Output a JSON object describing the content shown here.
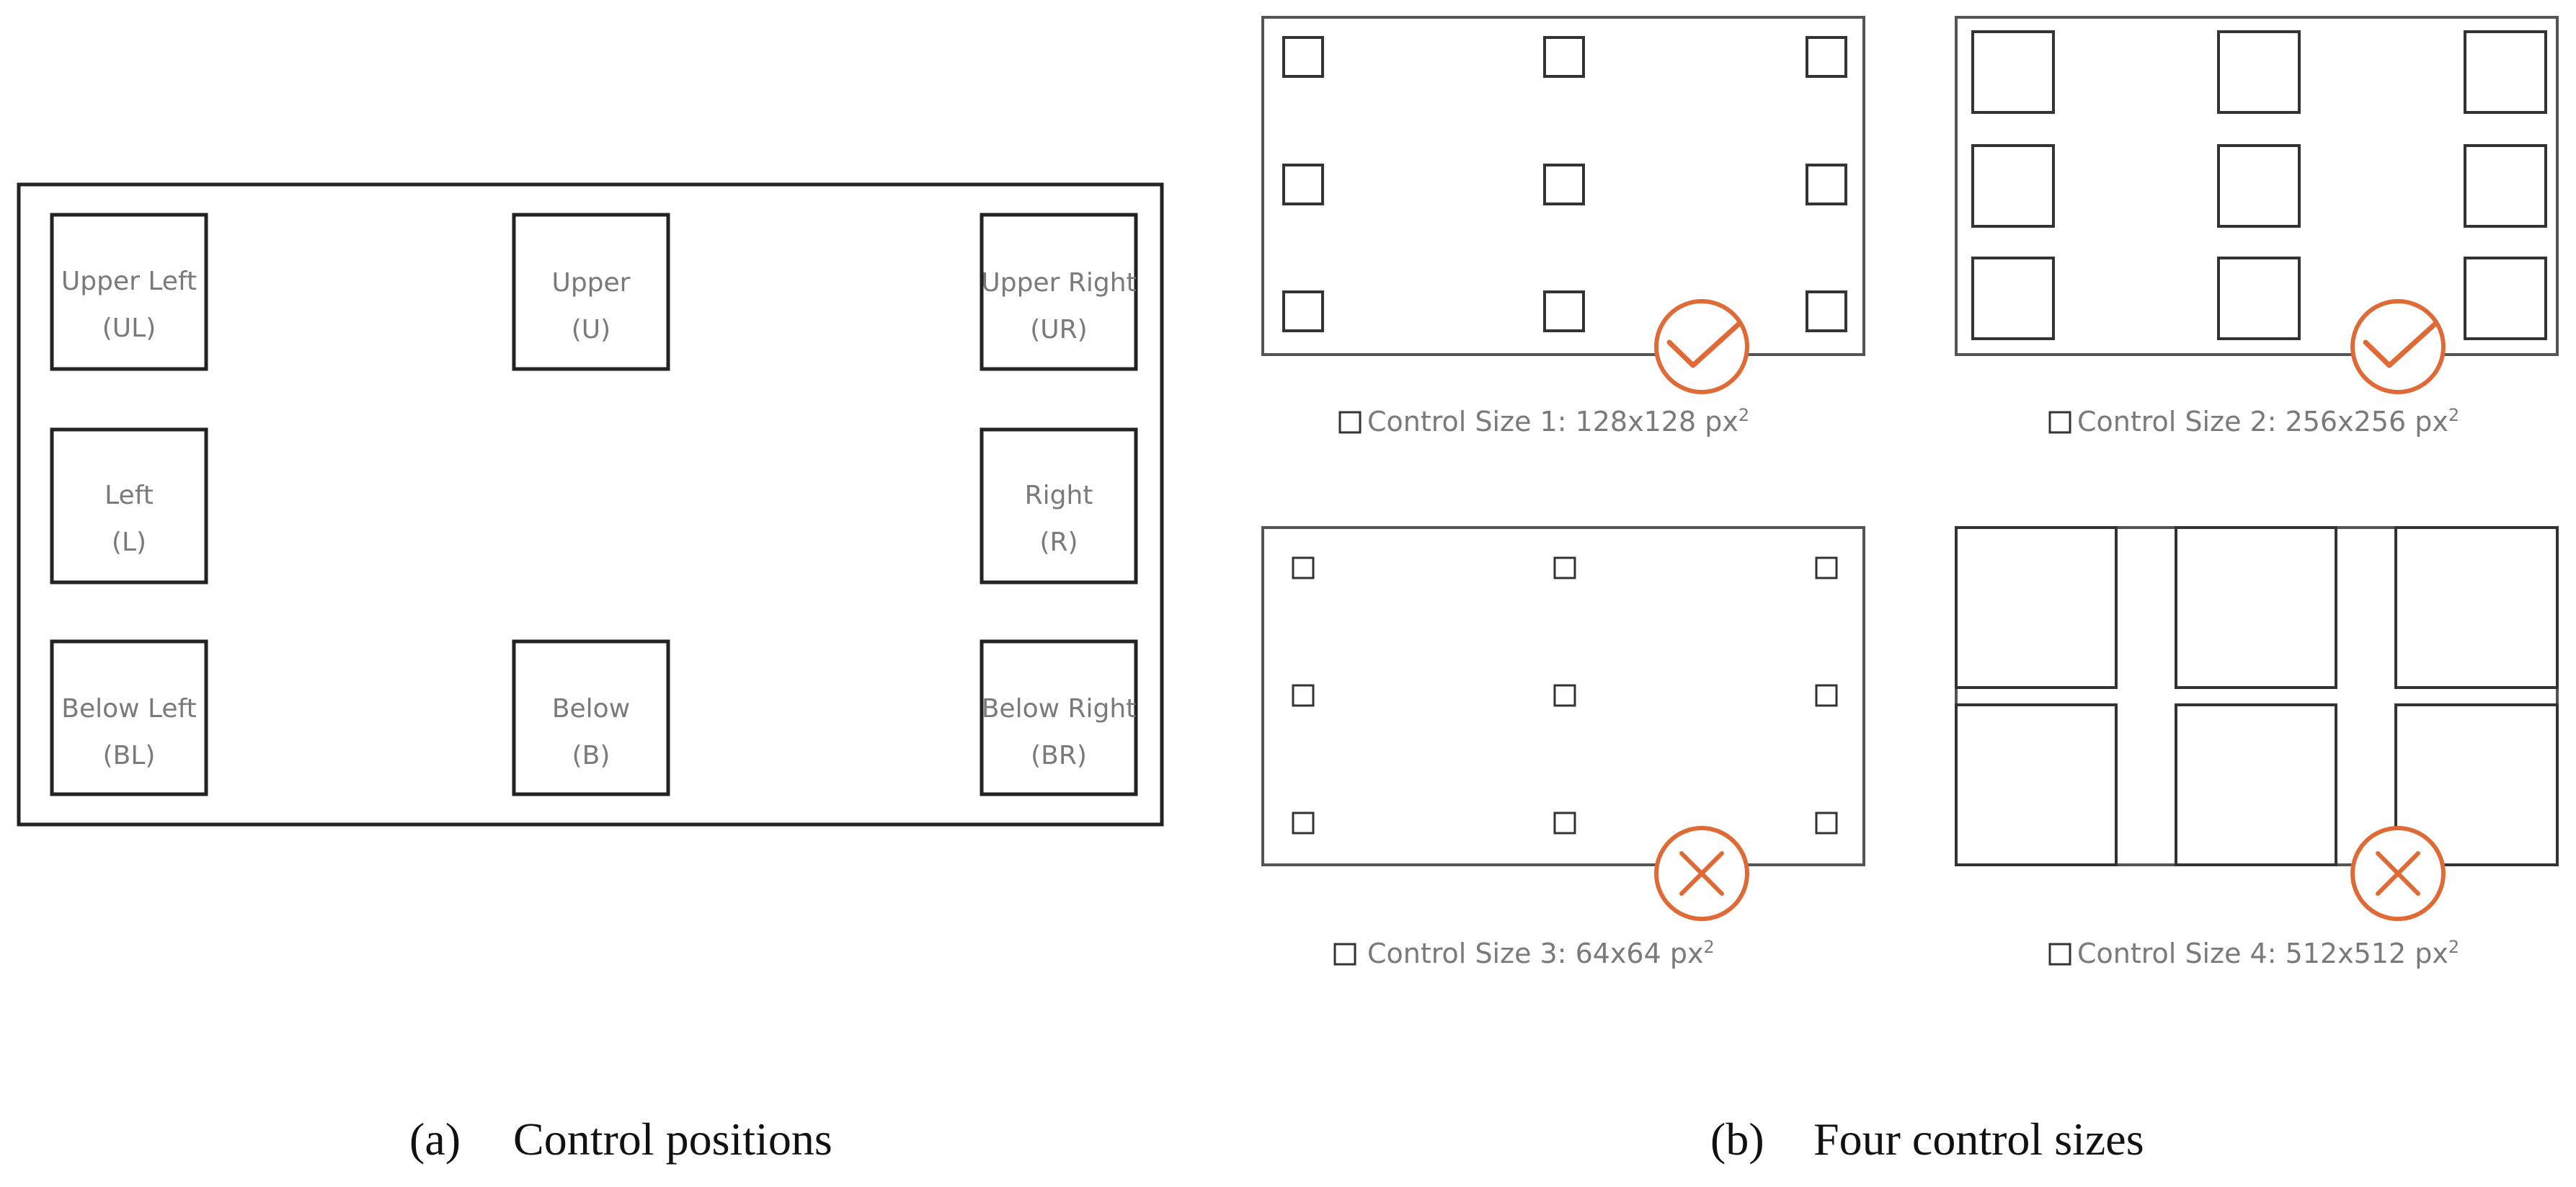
{
  "colors": {
    "stroke": "#222222",
    "label": "#7a7a7a",
    "check_cross": "#e06a35",
    "caption": "#111111"
  },
  "panel_a": {
    "caption_tag": "(a)",
    "caption_text": "Control positions",
    "positions": [
      {
        "name": "Upper Left",
        "abbr": "(UL)"
      },
      {
        "name": "Upper",
        "abbr": "(U)"
      },
      {
        "name": "Upper Right",
        "abbr": "(UR)"
      },
      {
        "name": "Left",
        "abbr": "(L)"
      },
      {
        "name": "Right",
        "abbr": "(R)"
      },
      {
        "name": "Below Left",
        "abbr": "(BL)"
      },
      {
        "name": "Below",
        "abbr": "(B)"
      },
      {
        "name": "Below Right",
        "abbr": "(BR)"
      }
    ]
  },
  "panel_b": {
    "caption_tag": "(b)",
    "caption_text": "Four control sizes",
    "sizes": [
      {
        "label": "Control Size 1: 128x128 px",
        "sup": "2",
        "verdict": "check",
        "verdict_icon": "check-icon"
      },
      {
        "label": "Control Size 2: 256x256 px",
        "sup": "2",
        "verdict": "check",
        "verdict_icon": "check-icon"
      },
      {
        "label": "Control Size 3: 64x64 px",
        "sup": "2",
        "verdict": "cross",
        "verdict_icon": "cross-icon"
      },
      {
        "label": "Control Size 4: 512x512 px",
        "sup": "2",
        "verdict": "cross",
        "verdict_icon": "cross-icon"
      }
    ]
  }
}
